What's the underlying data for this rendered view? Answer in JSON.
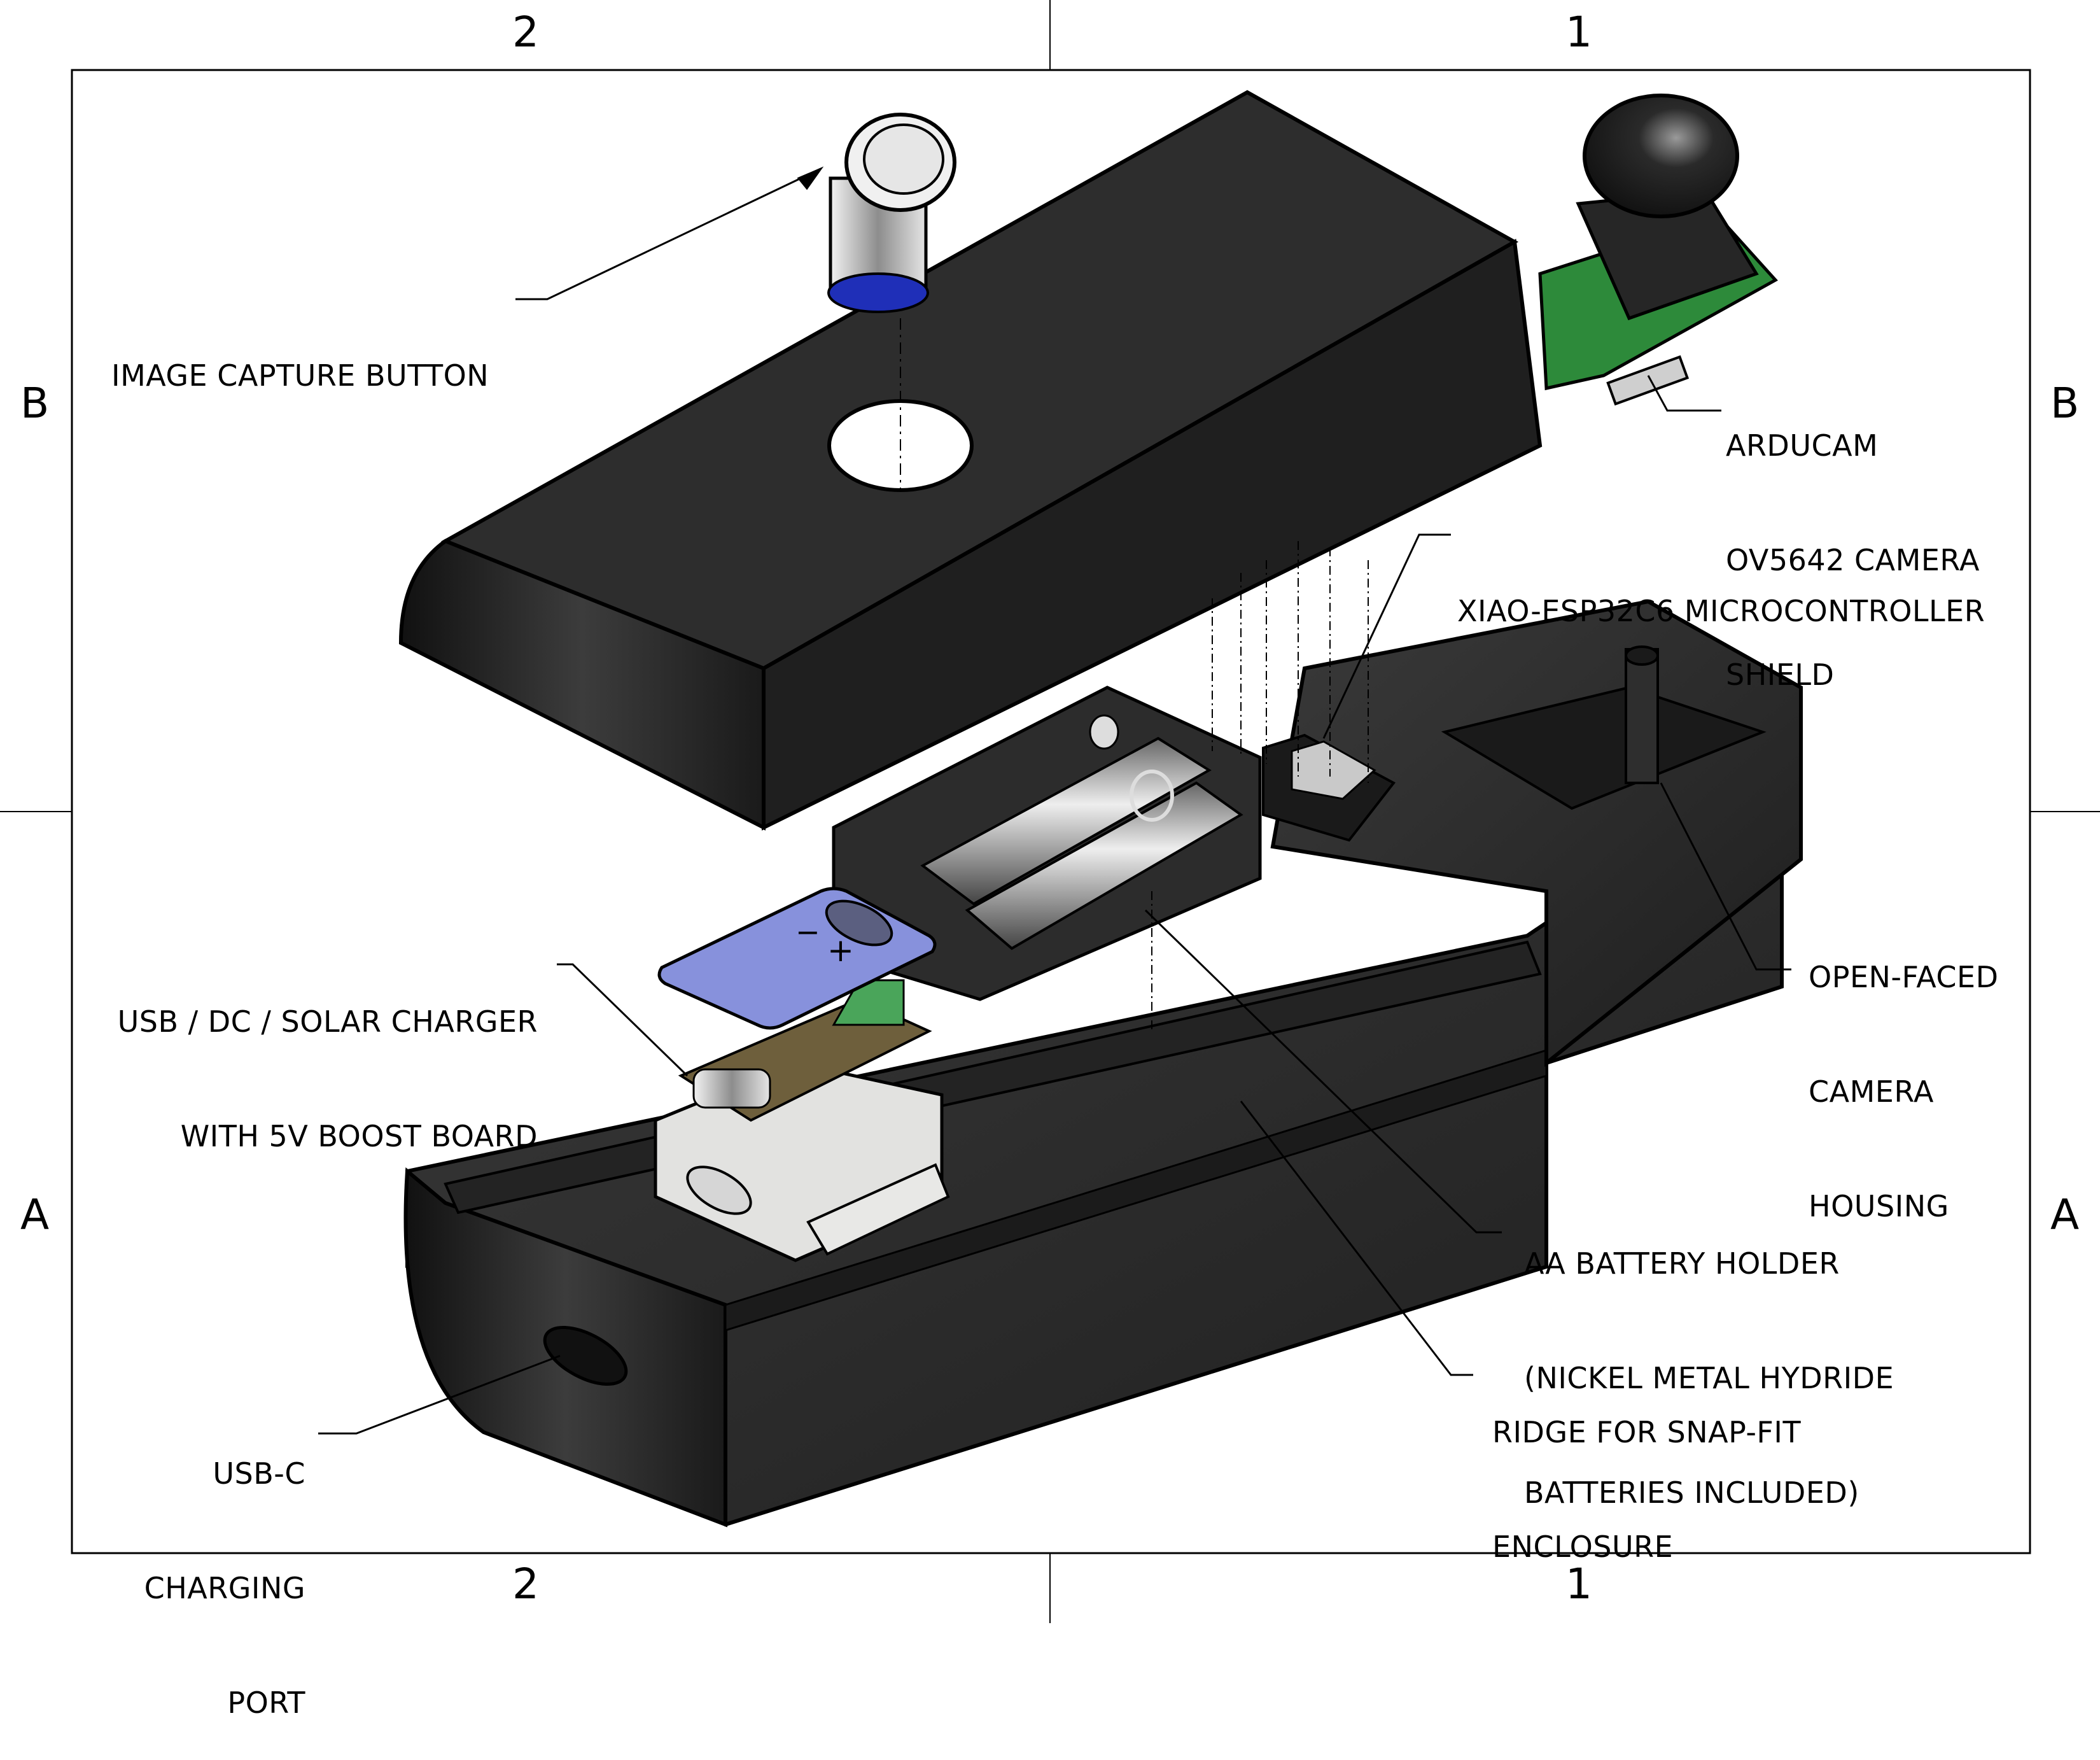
{
  "drawing": {
    "zone_columns": [
      "2",
      "1"
    ],
    "zone_rows": [
      "B",
      "A"
    ],
    "colors": {
      "enclosure": "#2b2b2b",
      "enclosure_edge": "#000000",
      "pcb_green": "#2d8a3a",
      "charger_cover": "#8791dc",
      "charger_pcb": "#6e5f3c",
      "bracket": "#e2e2e0",
      "button_blue": "#1f2fb8",
      "metal": "#d9d9d9"
    }
  },
  "callouts": [
    {
      "id": "capture-button",
      "lines": [
        "IMAGE CAPTURE BUTTON"
      ]
    },
    {
      "id": "camera-shield",
      "lines": [
        "ARDUCAM",
        "OV5642 CAMERA",
        "SHIELD"
      ]
    },
    {
      "id": "microcontroller",
      "lines": [
        "XIAO-ESP32C6 MICROCONTROLLER"
      ]
    },
    {
      "id": "camera-housing",
      "lines": [
        "OPEN-FACED",
        "CAMERA",
        "HOUSING"
      ]
    },
    {
      "id": "charger",
      "lines": [
        "USB / DC / SOLAR CHARGER",
        "WITH 5V BOOST BOARD"
      ]
    },
    {
      "id": "battery-holder",
      "lines": [
        "AA BATTERY HOLDER",
        "(NICKEL METAL HYDRIDE",
        "BATTERIES INCLUDED)"
      ]
    },
    {
      "id": "snap-fit-ridge",
      "lines": [
        "RIDGE FOR SNAP-FIT",
        "ENCLOSURE"
      ]
    },
    {
      "id": "usb-c-port",
      "lines": [
        "USB-C",
        "CHARGING",
        "PORT"
      ]
    }
  ],
  "charger_cover_marks": {
    "minus": "−",
    "plus": "+"
  }
}
